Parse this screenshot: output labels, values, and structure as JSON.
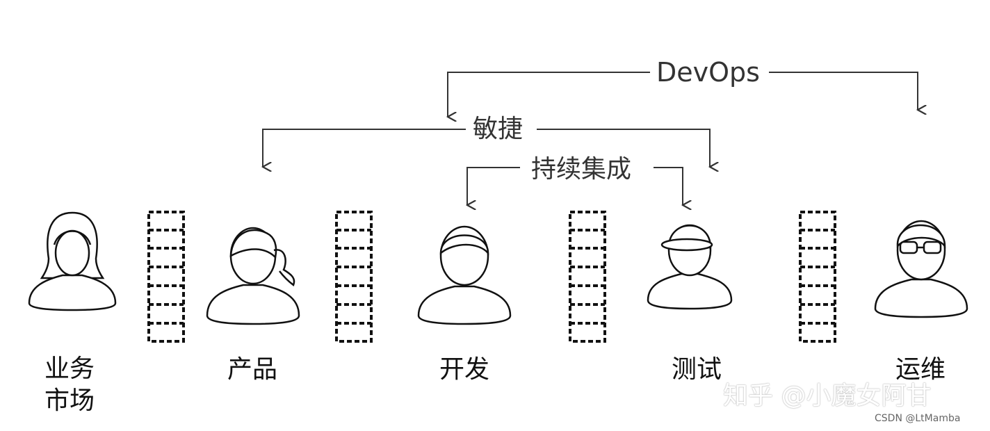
{
  "brackets": {
    "devops": "DevOps",
    "agile": "敏捷",
    "ci": "持续集成"
  },
  "roles": {
    "business": "业务\n市场",
    "product": "产品",
    "dev": "开发",
    "test": "测试",
    "ops": "运维"
  },
  "watermark": "知乎 @小魔女阿甘",
  "credit": "CSDN @LtMamba",
  "colors": {
    "line": "#333333",
    "stroke": "#111111",
    "text": "#111111"
  }
}
